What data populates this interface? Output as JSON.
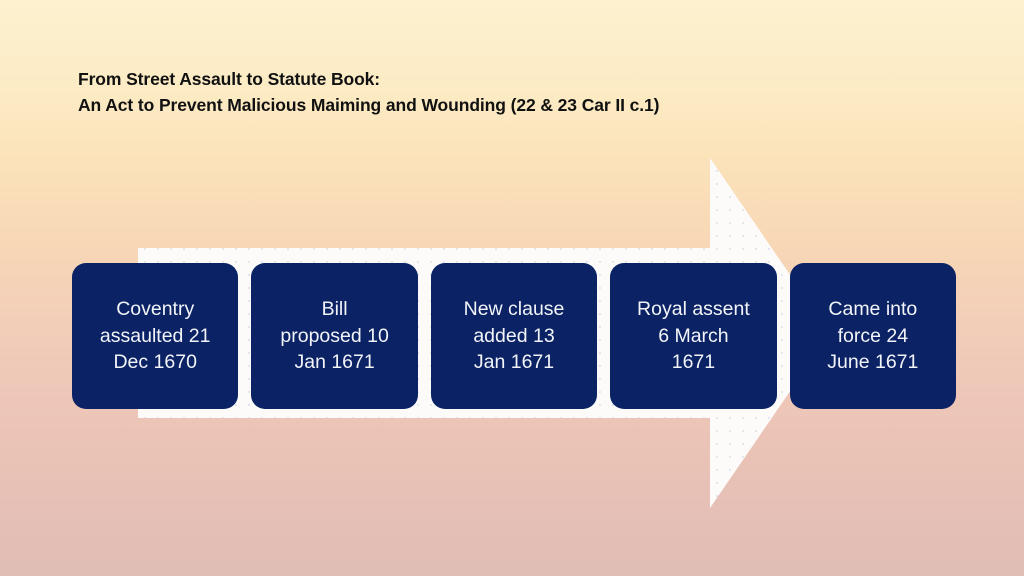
{
  "slide": {
    "title_line_1": "From Street Assault to Statute Book:",
    "title_line_2": "An Act to Prevent Malicious Maiming and Wounding (22 & 23 Car II c.1)",
    "title_full": "From Street Assault to Statute Book:\nAn Act to Prevent Malicious Maiming and Wounding (22 & 23 Car II c.1)",
    "background_top_color": "#fdf1cf",
    "background_bottom_color": "#e0bdb5",
    "title_color": "#111111"
  },
  "arrow": {
    "name": "right-arrow",
    "fill_color": "#fbfbfb",
    "texture": "fine-dotted",
    "direction": "right"
  },
  "timeline": {
    "box_color": "#0b2265",
    "text_color": "#f2f4f8",
    "steps": [
      {
        "label": "Coventry\nassaulted 21\nDec 1670",
        "event": "Coventry assaulted",
        "date": "21 Dec 1670"
      },
      {
        "label": "Bill\nproposed  10\nJan 1671",
        "event": "Bill proposed",
        "date": "10 Jan 1671"
      },
      {
        "label": "New clause\nadded 13\nJan 1671",
        "event": "New clause added",
        "date": "13 Jan 1671"
      },
      {
        "label": "Royal assent\n6 March\n1671",
        "event": "Royal assent",
        "date": "6 March 1671"
      },
      {
        "label": "Came into\nforce 24\nJune 1671",
        "event": "Came into force",
        "date": "24 June 1671"
      }
    ]
  }
}
